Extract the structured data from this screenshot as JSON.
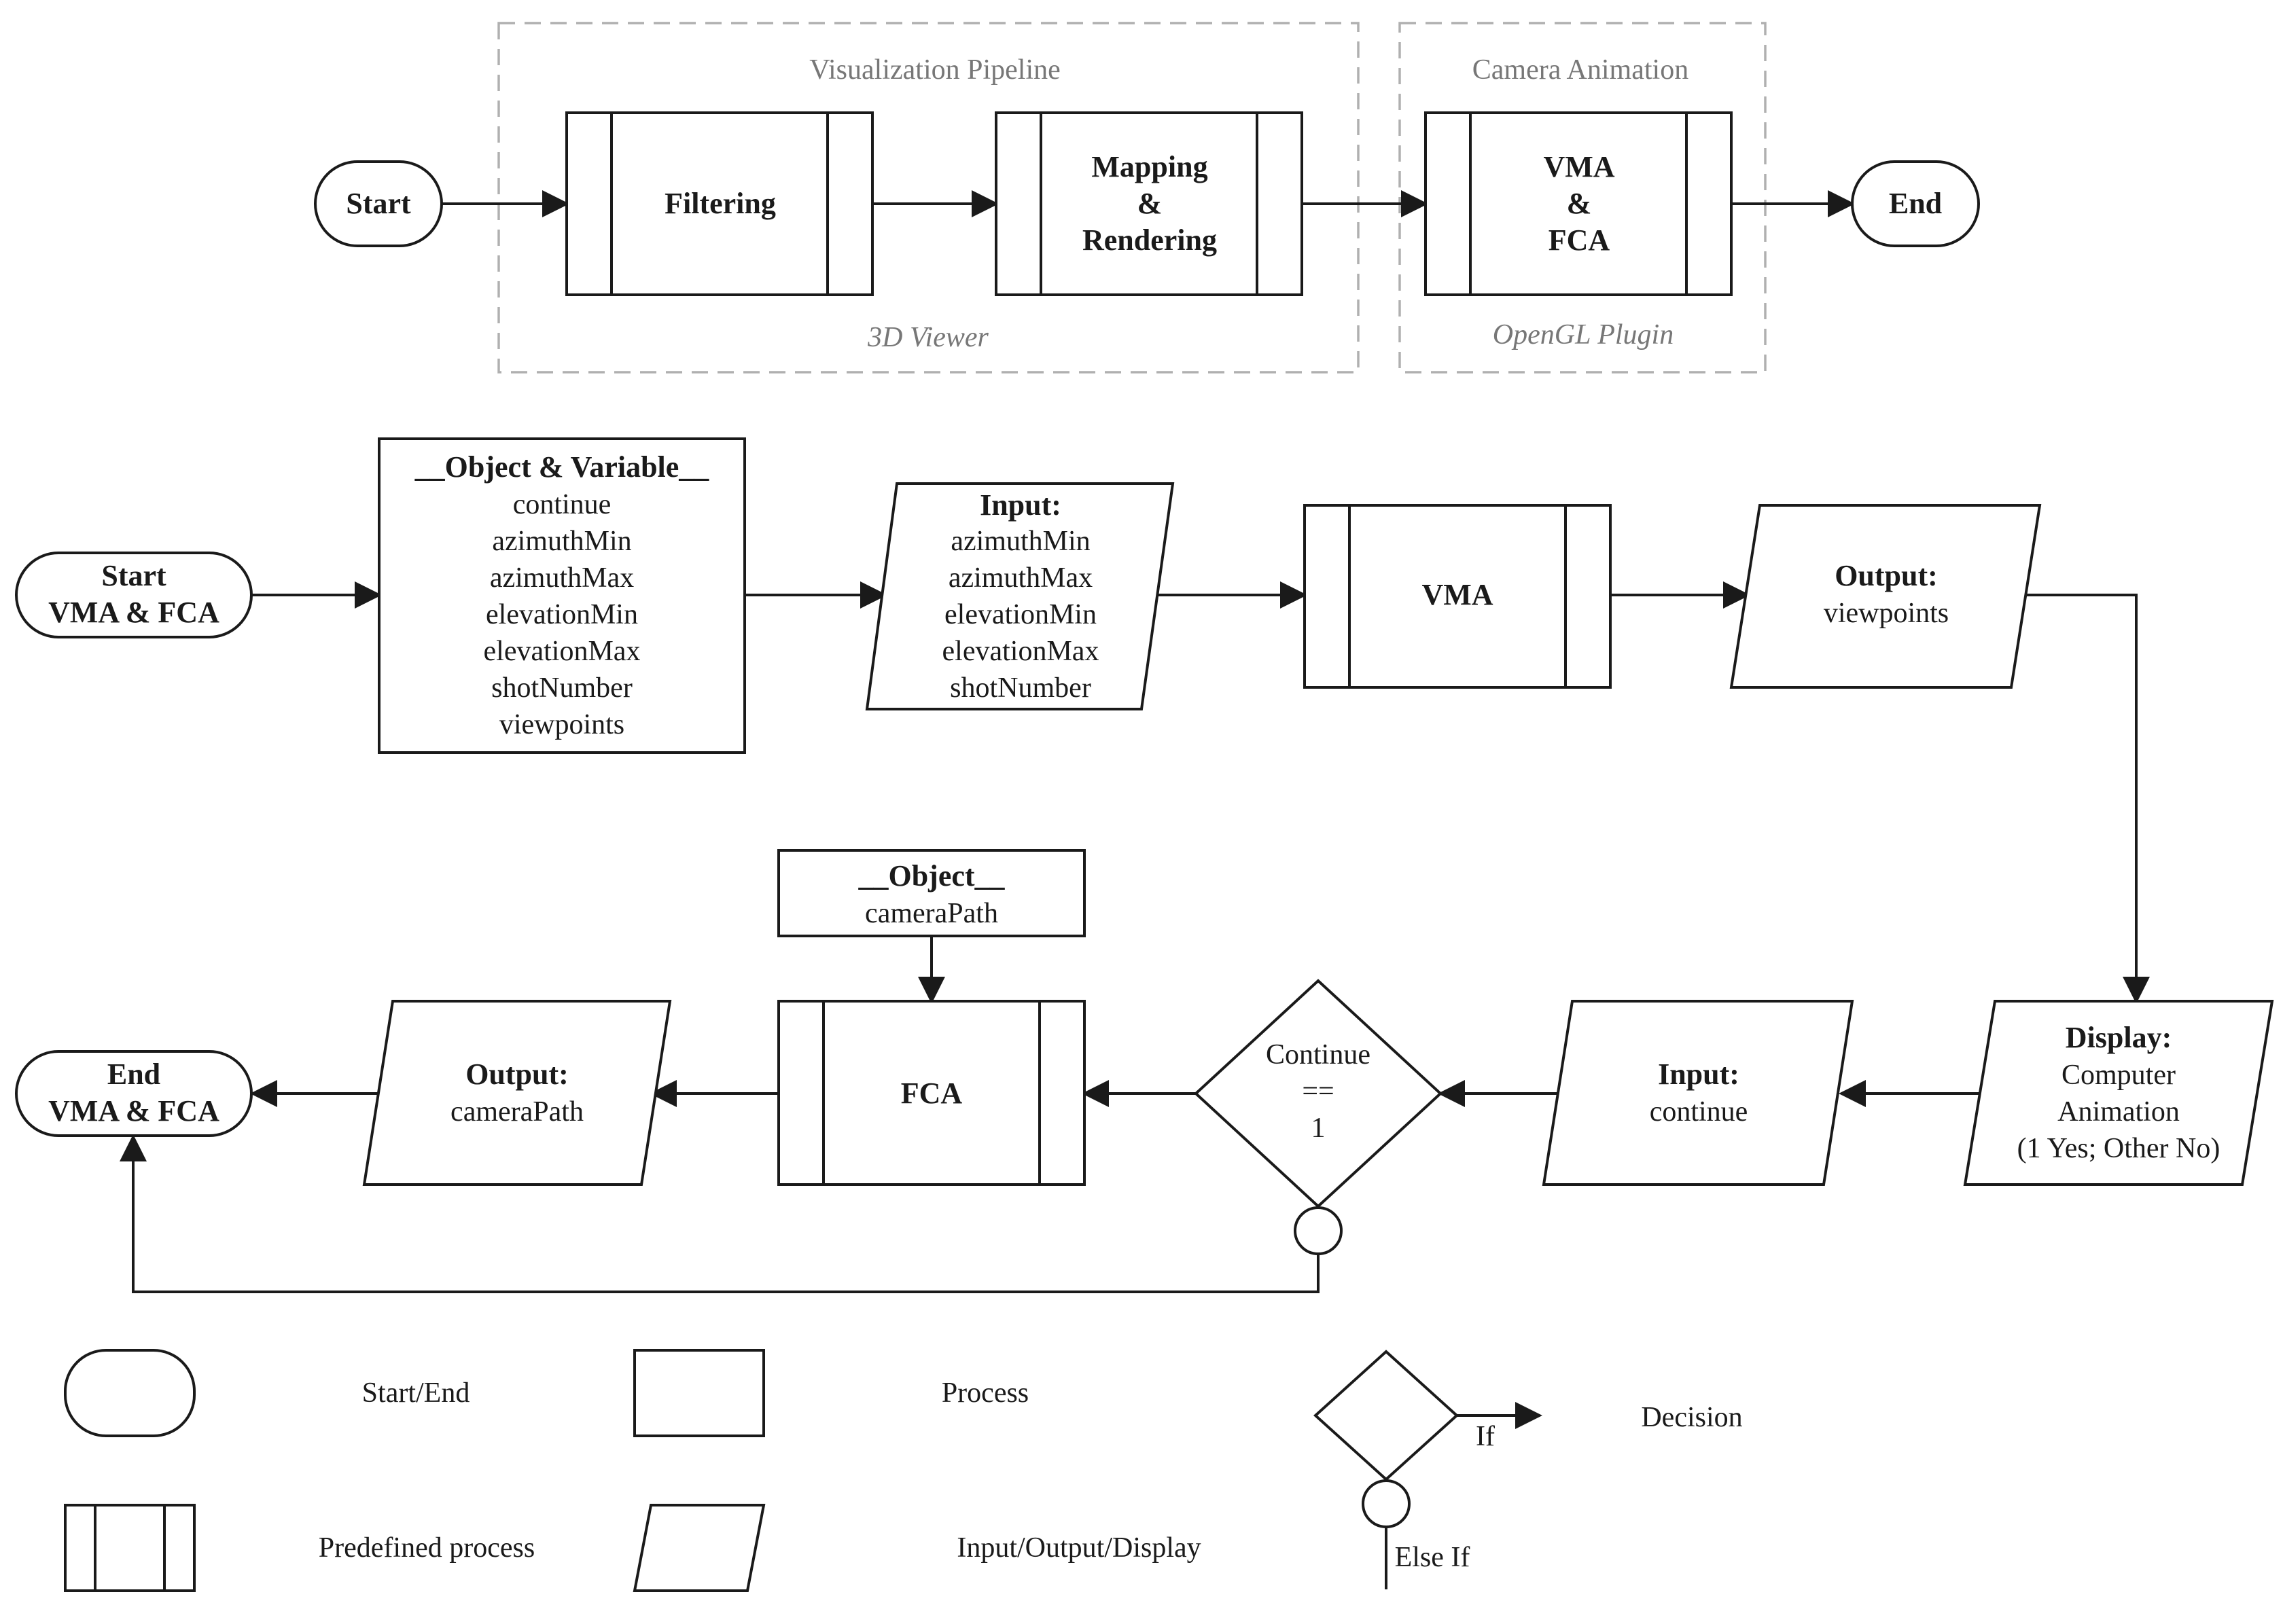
{
  "groups": {
    "visualization_pipeline": "Visualization Pipeline",
    "three_d_viewer": "3D Viewer",
    "camera_animation": "Camera Animation",
    "opengl_plugin": "OpenGL Plugin"
  },
  "top_flow": {
    "start": "Start",
    "filtering": "Filtering",
    "mapping": [
      "Mapping",
      "&",
      "Rendering"
    ],
    "vma_fca": [
      "VMA",
      "&",
      "FCA"
    ],
    "end": "End"
  },
  "main_flow": {
    "start": [
      "Start",
      "VMA & FCA"
    ],
    "object_variable": {
      "title": "__Object & Variable__",
      "items": [
        "continue",
        "azimuthMin",
        "azimuthMax",
        "elevationMin",
        "elevationMax",
        "shotNumber",
        "viewpoints"
      ]
    },
    "input1": {
      "title": "Input:",
      "items": [
        "azimuthMin",
        "azimuthMax",
        "elevationMin",
        "elevationMax",
        "shotNumber"
      ]
    },
    "vma": "VMA",
    "output1": {
      "title": "Output:",
      "items": [
        "viewpoints"
      ]
    },
    "display": {
      "title": "Display:",
      "items": [
        "Computer",
        "Animation",
        "(1 Yes; Other No)"
      ]
    },
    "input2": {
      "title": "Input:",
      "items": [
        "continue"
      ]
    },
    "decision": [
      "Continue",
      "==",
      "1"
    ],
    "object": {
      "title": "__Object__",
      "items": [
        "cameraPath"
      ]
    },
    "fca": "FCA",
    "output2": {
      "title": "Output:",
      "items": [
        "cameraPath"
      ]
    },
    "end": [
      "End",
      "VMA & FCA"
    ]
  },
  "legend": {
    "start_end": "Start/End",
    "process": "Process",
    "decision": "Decision",
    "predefined": "Predefined process",
    "io": "Input/Output/Display",
    "if_label": "If",
    "else_if_label": "Else If"
  }
}
